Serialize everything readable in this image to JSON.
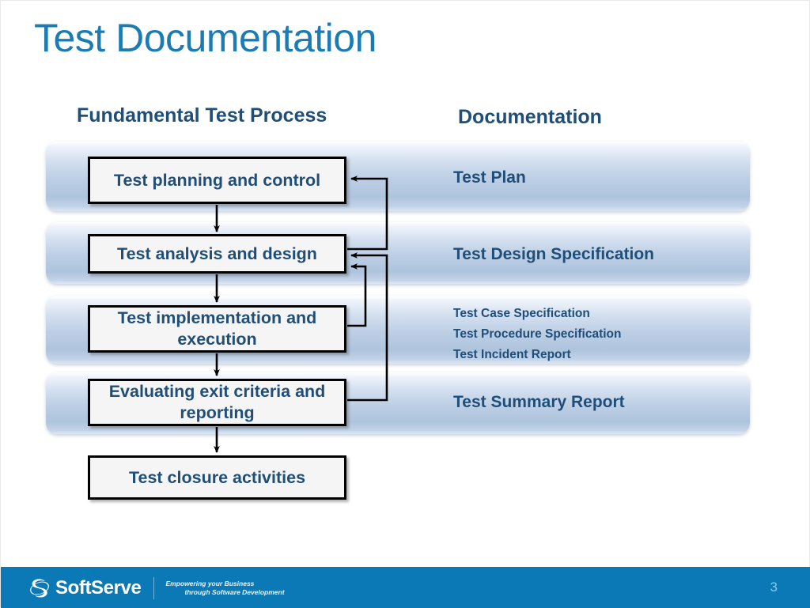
{
  "slide": {
    "title": "Test Documentation",
    "page_number": "3",
    "accent_title_color": "#1b7cb4",
    "navy_text_color": "#1F4E79",
    "footer_color": "#0b79b5",
    "bar_color": "#bccee4"
  },
  "headers": {
    "process": "Fundamental Test Process",
    "documentation": "Documentation"
  },
  "rows": [
    {
      "process": "Test planning and control",
      "doc_lines": [
        "Test Plan"
      ],
      "doc_size": "big"
    },
    {
      "process": "Test analysis and design",
      "doc_lines": [
        "Test Design Specification"
      ],
      "doc_size": "big"
    },
    {
      "process": "Test implementation and execution",
      "doc_lines": [
        "Test Case Specification",
        "Test Procedure Specification",
        "Test Incident Report"
      ],
      "doc_size": "small"
    },
    {
      "process": "Evaluating exit criteria and reporting",
      "doc_lines": [
        "Test Summary Report"
      ],
      "doc_size": "big"
    }
  ],
  "final_step": {
    "label": "Test closure activities"
  },
  "footer": {
    "brand": "SoftServe",
    "tagline_line1": "Empowering your Business",
    "tagline_line2": "through Software Development"
  }
}
